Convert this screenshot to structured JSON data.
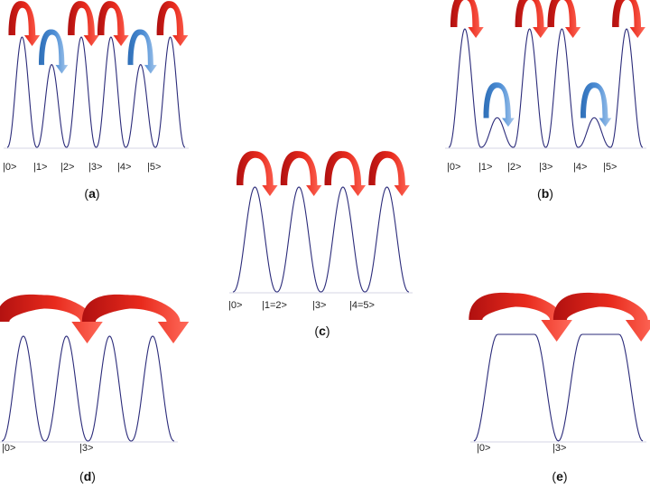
{
  "colors": {
    "curve": "#2b2b7a",
    "baseline": "#d6d6e6",
    "arrow_red_dark": "#b01010",
    "arrow_red_light": "#ff6a5a",
    "arrow_blue_dark": "#2e6fb8",
    "arrow_blue_light": "#a9c9ec"
  },
  "panels": [
    {
      "id": "a",
      "caption_letter": "a",
      "labels": [
        "|0>",
        "|1>",
        "|2>",
        "|3>",
        "|4>",
        "|5>"
      ],
      "wells": [
        {
          "depth": 1.0
        },
        {
          "depth": 0.75
        },
        {
          "depth": 1.0
        },
        {
          "depth": 1.0
        },
        {
          "depth": 0.75
        },
        {
          "depth": 1.0
        }
      ],
      "hops": [
        {
          "well": 0,
          "tone": "red-arrow"
        },
        {
          "well": 1,
          "tone": "blue-arrow"
        },
        {
          "well": 2,
          "tone": "red-arrow"
        },
        {
          "well": 3,
          "tone": "red-arrow"
        },
        {
          "well": 4,
          "tone": "blue-arrow"
        },
        {
          "well": 5,
          "tone": "red-arrow"
        }
      ]
    },
    {
      "id": "b",
      "caption_letter": "b",
      "labels": [
        "|0>",
        "|1>",
        "|2>",
        "|3>",
        "|4>",
        "|5>"
      ],
      "wells": [
        {
          "depth": 1.0
        },
        {
          "depth": 0.25
        },
        {
          "depth": 1.0
        },
        {
          "depth": 1.0
        },
        {
          "depth": 0.25
        },
        {
          "depth": 1.0
        }
      ],
      "hops": [
        {
          "well": 0,
          "tone": "red-arrow"
        },
        {
          "well": 1,
          "tone": "blue-arrow"
        },
        {
          "well": 2,
          "tone": "red-arrow"
        },
        {
          "well": 3,
          "tone": "red-arrow"
        },
        {
          "well": 4,
          "tone": "blue-arrow"
        },
        {
          "well": 5,
          "tone": "red-arrow"
        }
      ]
    },
    {
      "id": "c",
      "caption_letter": "c",
      "labels": [
        "|0>",
        "|1=2>",
        "|3>",
        "|4=5>"
      ],
      "wells": [
        {
          "depth": 1.0
        },
        {
          "depth": 1.0
        },
        {
          "depth": 1.0
        },
        {
          "depth": 1.0
        }
      ],
      "hops": [
        {
          "well": 0,
          "tone": "red-arrow"
        },
        {
          "well": 1,
          "tone": "red-arrow"
        },
        {
          "well": 2,
          "tone": "red-arrow"
        },
        {
          "well": 3,
          "tone": "red-arrow"
        }
      ]
    },
    {
      "id": "d",
      "caption_letter": "d",
      "labels": [
        "|0>",
        "|3>"
      ],
      "wells": [
        {
          "depth": 1.0
        },
        {
          "depth": 1.0
        },
        {
          "depth": 1.0
        },
        {
          "depth": 1.0
        }
      ],
      "hops": [
        {
          "span": [
            0,
            1
          ],
          "tone": "red-arrow"
        },
        {
          "span": [
            2,
            3
          ],
          "tone": "red-arrow"
        }
      ]
    },
    {
      "id": "e",
      "caption_letter": "e",
      "labels": [
        "|0>",
        "|3>"
      ],
      "wells": [
        {
          "depth": 1.0
        },
        {
          "depth": 1.0
        }
      ],
      "hops": [
        {
          "span": [
            0,
            0
          ],
          "tone": "red-arrow"
        },
        {
          "span": [
            1,
            1
          ],
          "tone": "red-arrow"
        }
      ]
    }
  ]
}
